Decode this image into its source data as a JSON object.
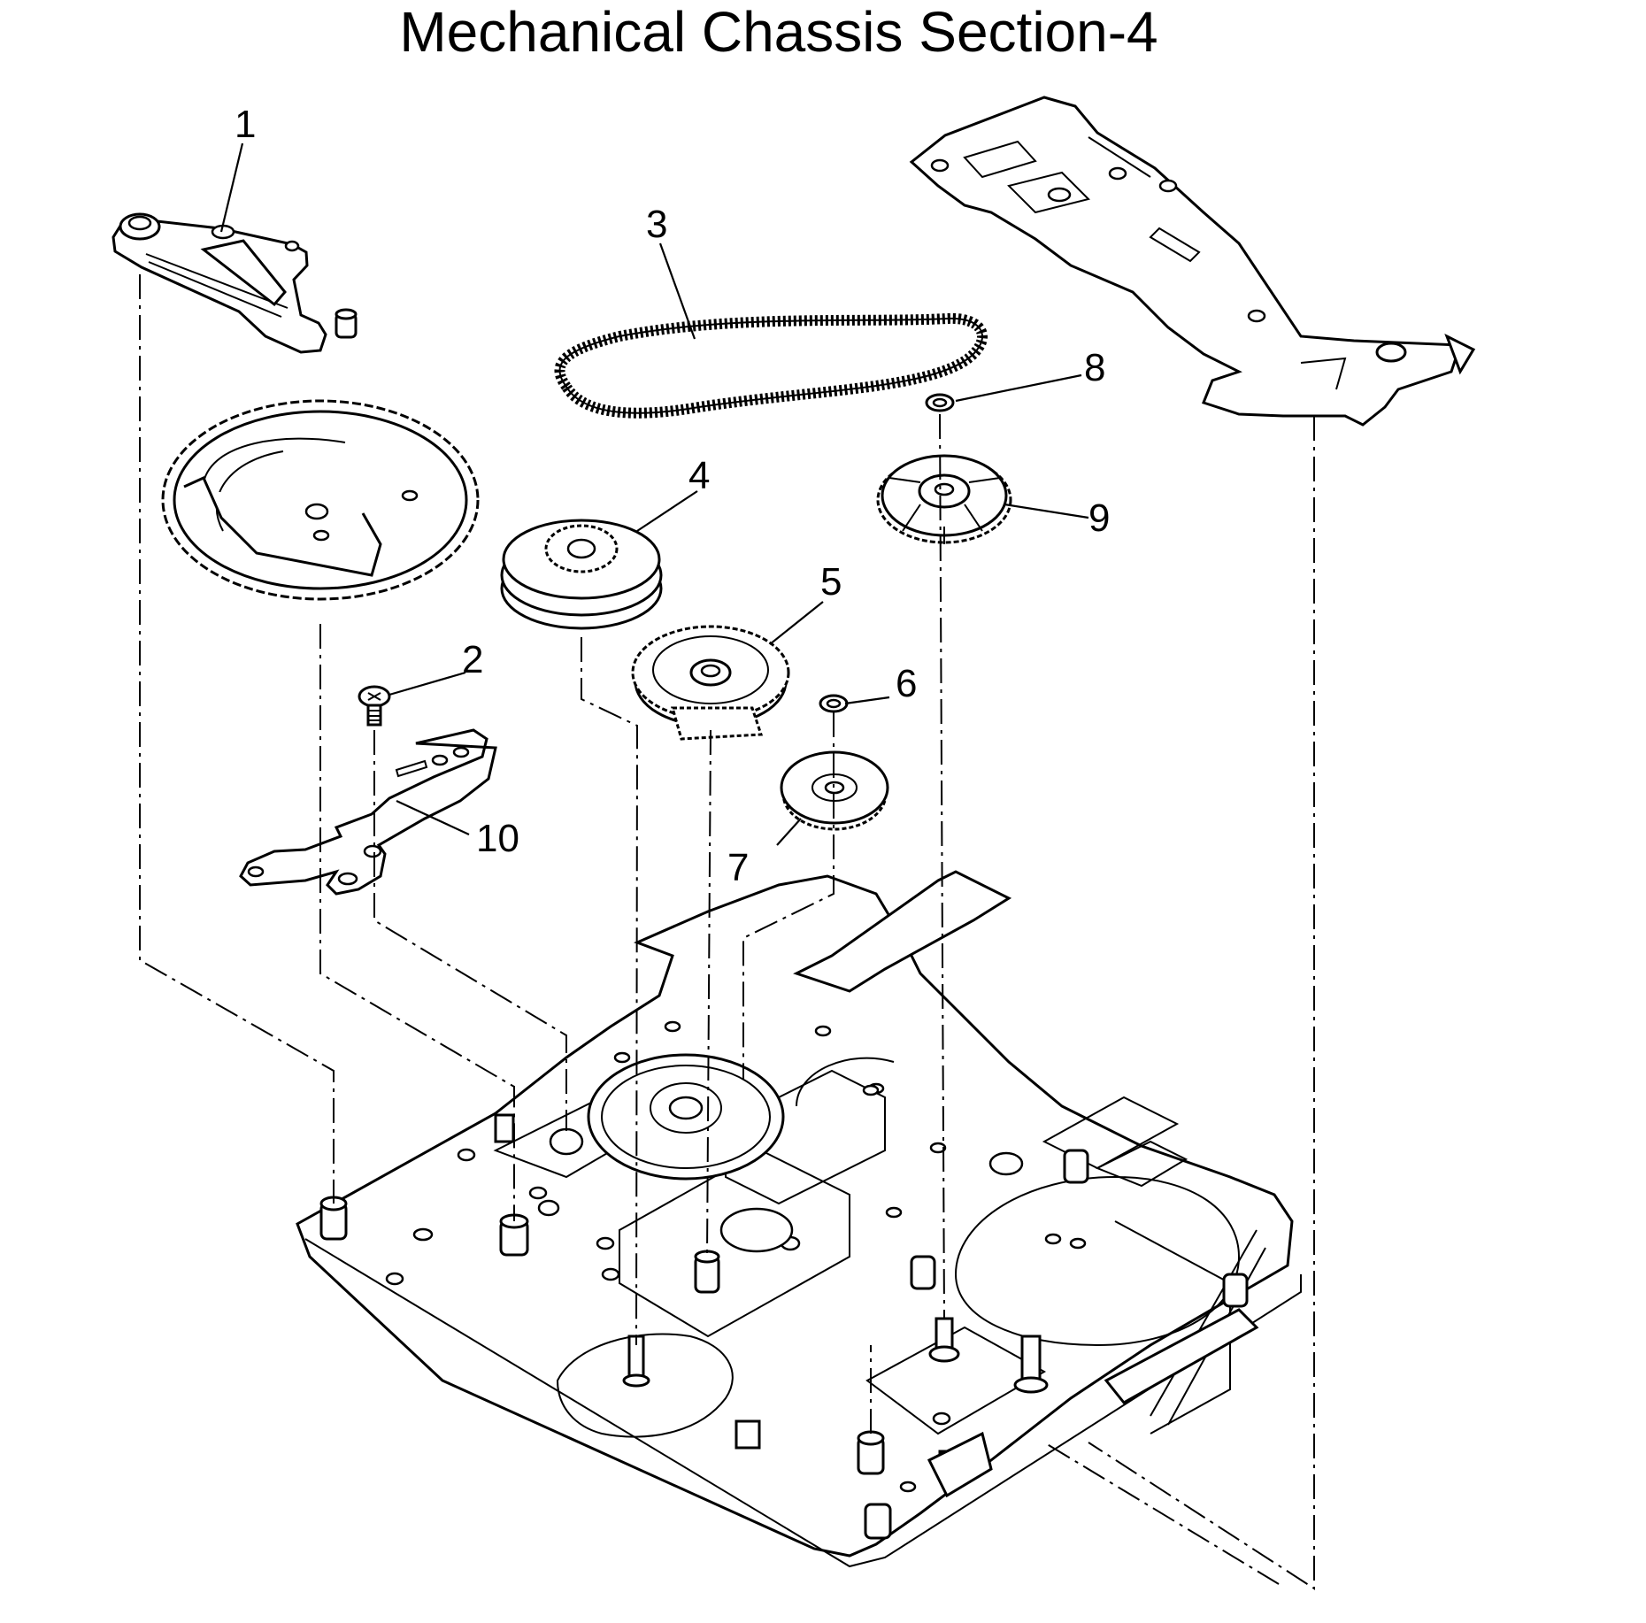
{
  "title": "Mechanical Chassis Section-4",
  "callouts": [
    {
      "id": "1",
      "label": "1"
    },
    {
      "id": "2",
      "label": "2"
    },
    {
      "id": "3",
      "label": "3"
    },
    {
      "id": "4",
      "label": "4"
    },
    {
      "id": "5",
      "label": "5"
    },
    {
      "id": "6",
      "label": "6"
    },
    {
      "id": "7",
      "label": "7"
    },
    {
      "id": "8",
      "label": "8"
    },
    {
      "id": "9",
      "label": "9"
    },
    {
      "id": "10",
      "label": "10"
    }
  ],
  "parts": [
    {
      "callout": "1",
      "icon": "lever-plate-icon"
    },
    {
      "callout": "2",
      "icon": "screw-icon"
    },
    {
      "callout": "3",
      "icon": "timing-belt-icon"
    },
    {
      "callout": "4",
      "icon": "pulley-gear-icon"
    },
    {
      "callout": "5",
      "icon": "cam-gear-icon"
    },
    {
      "callout": "6",
      "icon": "washer-icon"
    },
    {
      "callout": "7",
      "icon": "spur-gear-icon"
    },
    {
      "callout": "8",
      "icon": "washer-icon"
    },
    {
      "callout": "9",
      "icon": "spur-gear-icon"
    },
    {
      "callout": "10",
      "icon": "arm-bracket-icon"
    }
  ]
}
